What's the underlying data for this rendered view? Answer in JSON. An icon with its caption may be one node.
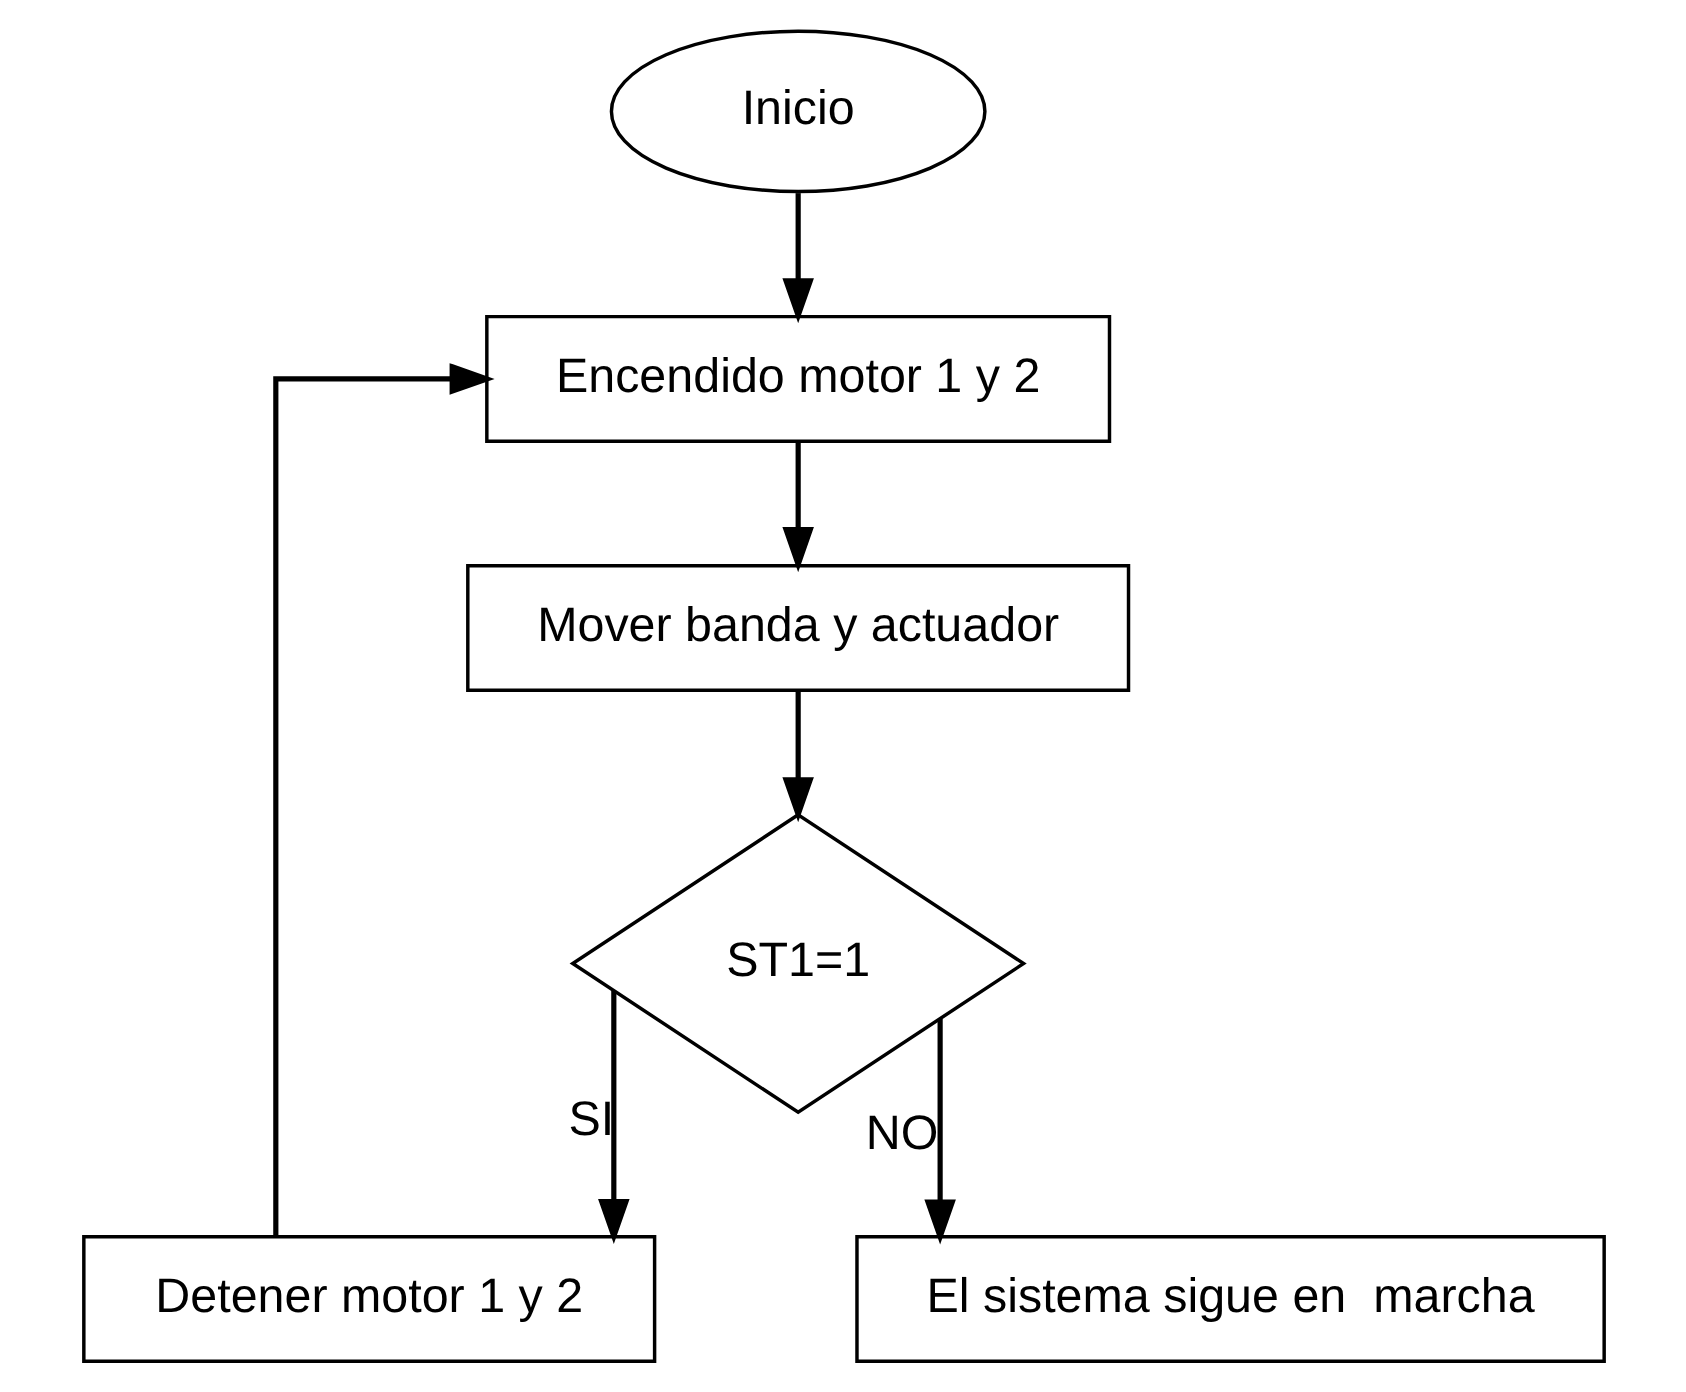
{
  "diagram": {
    "nodes": [
      {
        "text": [
          "Inicio"
        ]
      },
      {
        "text": [
          "Encendido motor 1 y 2"
        ]
      },
      {
        "text": [
          "Mover banda y actuador"
        ]
      },
      {
        "text": [
          "ST1=1"
        ]
      },
      {
        "text": [
          "Detener motor 1 y 2"
        ]
      },
      {
        "text": [
          "El sistema sigue en  marcha"
        ]
      }
    ],
    "edges": [
      {
        "from": 0,
        "to": 1,
        "arrow": "to"
      },
      {
        "from": 1,
        "to": 2,
        "arrow": "to"
      },
      {
        "from": 2,
        "to": 3,
        "arrow": "to"
      },
      {
        "from": 3,
        "to": 4,
        "arrow": "to",
        "label": "SI"
      },
      {
        "from": 3,
        "to": 5,
        "arrow": "to",
        "label": "NO"
      },
      {
        "from": 4,
        "to": 1,
        "arrow": "to"
      }
    ]
  }
}
